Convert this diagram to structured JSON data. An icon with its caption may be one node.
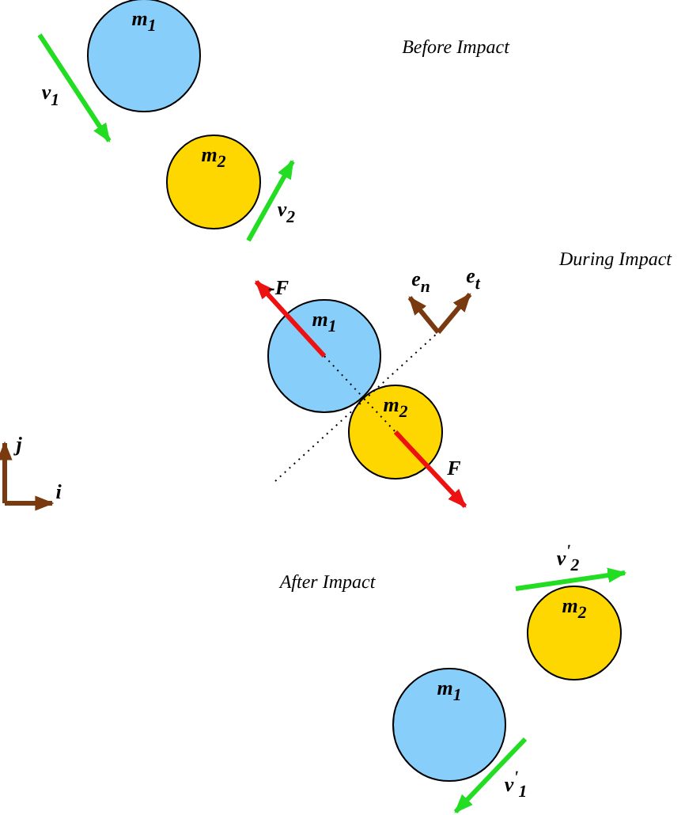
{
  "diagram": {
    "nodes": [
      {
        "text": [
          "m$_{1}$"
        ]
      },
      {
        "text": [
          "m$_{2}$"
        ]
      },
      {
        "text": [
          "m$_{1}$"
        ]
      },
      {
        "text": [
          "m$_{2}$"
        ]
      },
      {
        "text": [
          "m$_{2}$"
        ]
      },
      {
        "text": [
          "m$_{1}$"
        ]
      }
    ],
    "edges": [],
    "labels": [
      "Before Impact",
      "v$_{1}$",
      "v$_{2}$",
      "During Impact",
      "e$_{n}$",
      "e$_{t}$",
      "-F",
      "F",
      "j",
      "i",
      "After Impact",
      "v$^{'}$$_{2}$",
      "v$^{'}$$_{1}$"
    ]
  }
}
